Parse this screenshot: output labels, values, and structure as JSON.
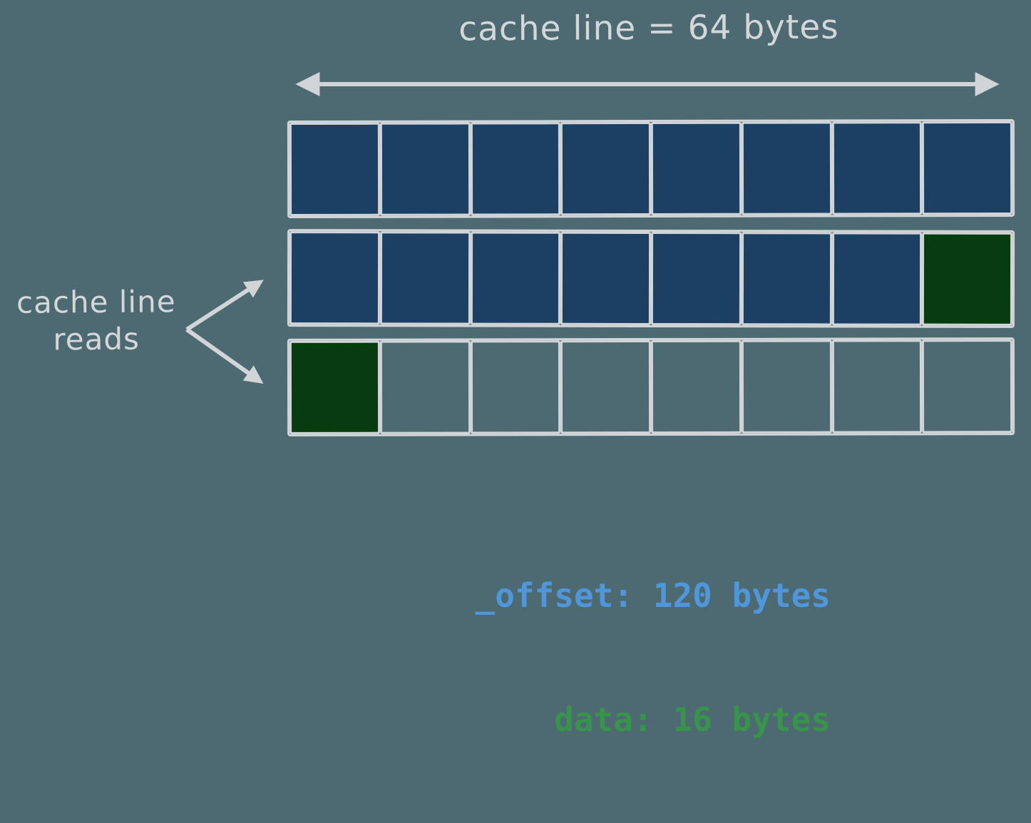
{
  "colors": {
    "background": "#4d6972",
    "stroke": "#d2d5d8",
    "text": "#d4d7da",
    "cell_filled": "#1b4063",
    "cell_data": "#063c0e",
    "offset_text": "#4f97da",
    "data_text": "#37944a"
  },
  "title": "cache line = 64 bytes",
  "side_label": {
    "line1": "cache line",
    "line2": "reads"
  },
  "grid": {
    "rows": [
      {
        "cells": [
          "filled",
          "filled",
          "filled",
          "filled",
          "filled",
          "filled",
          "filled",
          "filled"
        ]
      },
      {
        "cells": [
          "filled",
          "filled",
          "filled",
          "filled",
          "filled",
          "filled",
          "filled",
          "data"
        ]
      },
      {
        "cells": [
          "data",
          "empty",
          "empty",
          "empty",
          "empty",
          "empty",
          "empty",
          "empty"
        ]
      }
    ]
  },
  "annotations": {
    "offset": "_offset: 120 bytes",
    "data": "data: 16 bytes"
  }
}
